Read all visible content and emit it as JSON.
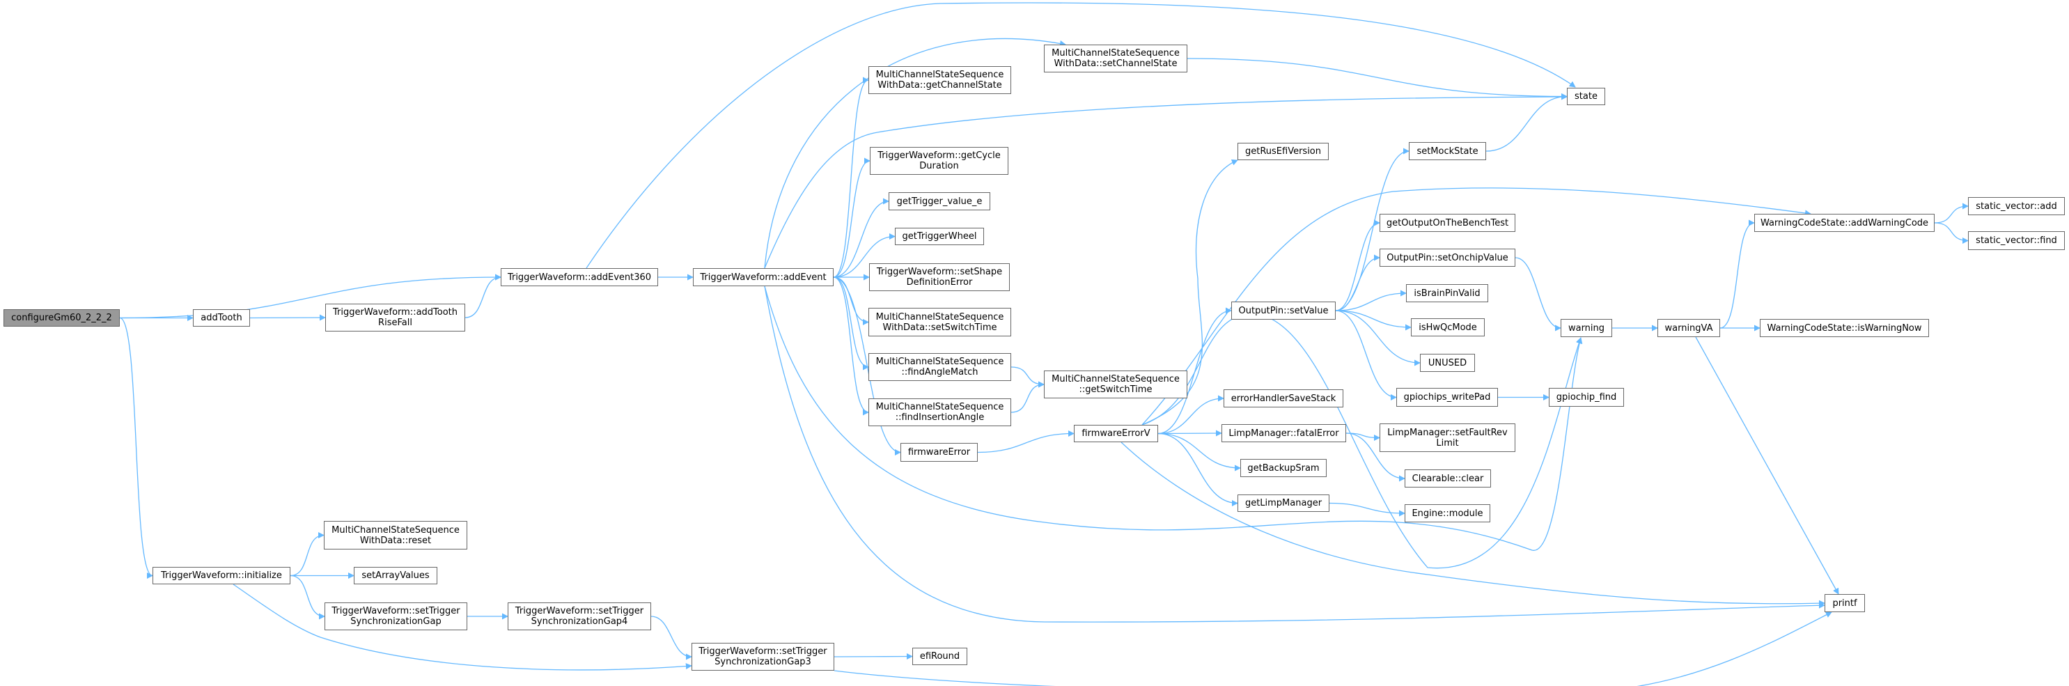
{
  "colors": {
    "edge": "#63b8ff",
    "node_border": "#666666",
    "root_fill": "#999999"
  },
  "nodes": [
    {
      "id": "configure",
      "lines": [
        "configureGm60_2_2_2"
      ],
      "root": true
    },
    {
      "id": "addTooth",
      "lines": [
        "addTooth"
      ]
    },
    {
      "id": "riseFall",
      "lines": [
        "TriggerWaveform::addTooth",
        "RiseFall"
      ]
    },
    {
      "id": "addEvent360",
      "lines": [
        "TriggerWaveform::addEvent360"
      ]
    },
    {
      "id": "addEvent",
      "lines": [
        "TriggerWaveform::addEvent"
      ]
    },
    {
      "id": "setChannelState",
      "lines": [
        "MultiChannelStateSequence",
        "WithData::setChannelState"
      ]
    },
    {
      "id": "getChannelState",
      "lines": [
        "MultiChannelStateSequence",
        "WithData::getChannelState"
      ]
    },
    {
      "id": "state",
      "lines": [
        "state"
      ]
    },
    {
      "id": "getCycle",
      "lines": [
        "TriggerWaveform::getCycle",
        "Duration"
      ]
    },
    {
      "id": "getTriggerValue",
      "lines": [
        "getTrigger_value_e"
      ]
    },
    {
      "id": "getTriggerWheel",
      "lines": [
        "getTriggerWheel"
      ]
    },
    {
      "id": "setShape",
      "lines": [
        "TriggerWaveform::setShape",
        "DefinitionError"
      ]
    },
    {
      "id": "setSwitchTime",
      "lines": [
        "MultiChannelStateSequence",
        "WithData::setSwitchTime"
      ]
    },
    {
      "id": "findAngleMatch",
      "lines": [
        "MultiChannelStateSequence",
        "::findAngleMatch"
      ]
    },
    {
      "id": "findInsertionAngle",
      "lines": [
        "MultiChannelStateSequence",
        "::findInsertionAngle"
      ]
    },
    {
      "id": "getSwitchTime",
      "lines": [
        "MultiChannelStateSequence",
        "::getSwitchTime"
      ]
    },
    {
      "id": "firmwareError",
      "lines": [
        "firmwareError"
      ]
    },
    {
      "id": "firmwareErrorV",
      "lines": [
        "firmwareErrorV"
      ]
    },
    {
      "id": "getRusEfiVersion",
      "lines": [
        "getRusEfiVersion"
      ]
    },
    {
      "id": "setValue",
      "lines": [
        "OutputPin::setValue"
      ]
    },
    {
      "id": "errorHandlerSaveStack",
      "lines": [
        "errorHandlerSaveStack"
      ]
    },
    {
      "id": "fatalError",
      "lines": [
        "LimpManager::fatalError"
      ]
    },
    {
      "id": "getBackupSram",
      "lines": [
        "getBackupSram"
      ]
    },
    {
      "id": "getLimpManager",
      "lines": [
        "getLimpManager"
      ]
    },
    {
      "id": "setMockState",
      "lines": [
        "setMockState"
      ]
    },
    {
      "id": "benchTest",
      "lines": [
        "getOutputOnTheBenchTest"
      ]
    },
    {
      "id": "setOnchipValue",
      "lines": [
        "OutputPin::setOnchipValue"
      ]
    },
    {
      "id": "isBrainPinValid",
      "lines": [
        "isBrainPinValid"
      ]
    },
    {
      "id": "isHwQcMode",
      "lines": [
        "isHwQcMode"
      ]
    },
    {
      "id": "unused",
      "lines": [
        "UNUSED"
      ]
    },
    {
      "id": "writePad",
      "lines": [
        "gpiochips_writePad"
      ]
    },
    {
      "id": "setFaultRevLimit",
      "lines": [
        "LimpManager::setFaultRev",
        "Limit"
      ]
    },
    {
      "id": "clear",
      "lines": [
        "Clearable::clear"
      ]
    },
    {
      "id": "module",
      "lines": [
        "Engine::module"
      ]
    },
    {
      "id": "warning",
      "lines": [
        "warning"
      ]
    },
    {
      "id": "gpiochipFind",
      "lines": [
        "gpiochip_find"
      ]
    },
    {
      "id": "warningVA",
      "lines": [
        "warningVA"
      ]
    },
    {
      "id": "isWarningNow",
      "lines": [
        "WarningCodeState::isWarningNow"
      ]
    },
    {
      "id": "addWarningCode",
      "lines": [
        "WarningCodeState::addWarningCode"
      ]
    },
    {
      "id": "svAdd",
      "lines": [
        "static_vector::add"
      ]
    },
    {
      "id": "svFind",
      "lines": [
        "static_vector::find"
      ]
    },
    {
      "id": "printf",
      "lines": [
        "printf"
      ]
    },
    {
      "id": "initialize",
      "lines": [
        "TriggerWaveform::initialize"
      ]
    },
    {
      "id": "reset",
      "lines": [
        "MultiChannelStateSequence",
        "WithData::reset"
      ]
    },
    {
      "id": "setArrayValues",
      "lines": [
        "setArrayValues"
      ]
    },
    {
      "id": "syncGap",
      "lines": [
        "TriggerWaveform::setTrigger",
        "SynchronizationGap"
      ]
    },
    {
      "id": "syncGap4",
      "lines": [
        "TriggerWaveform::setTrigger",
        "SynchronizationGap4"
      ]
    },
    {
      "id": "syncGap3",
      "lines": [
        "TriggerWaveform::setTrigger",
        "SynchronizationGap3"
      ]
    },
    {
      "id": "efiRound",
      "lines": [
        "efiRound"
      ]
    }
  ],
  "edges": [
    [
      "configure",
      "addEvent360"
    ],
    [
      "configure",
      "addTooth"
    ],
    [
      "configure",
      "initialize"
    ],
    [
      "addTooth",
      "riseFall"
    ],
    [
      "riseFall",
      "addEvent360"
    ],
    [
      "addEvent360",
      "addEvent"
    ],
    [
      "addEvent360",
      "state"
    ],
    [
      "addEvent",
      "setChannelState"
    ],
    [
      "addEvent",
      "getChannelState"
    ],
    [
      "addEvent",
      "state"
    ],
    [
      "addEvent",
      "getCycle"
    ],
    [
      "addEvent",
      "getTriggerValue"
    ],
    [
      "addEvent",
      "getTriggerWheel"
    ],
    [
      "addEvent",
      "setShape"
    ],
    [
      "addEvent",
      "setSwitchTime"
    ],
    [
      "addEvent",
      "findAngleMatch"
    ],
    [
      "addEvent",
      "findInsertionAngle"
    ],
    [
      "addEvent",
      "firmwareError"
    ],
    [
      "addEvent",
      "warning"
    ],
    [
      "addEvent",
      "printf"
    ],
    [
      "setChannelState",
      "state"
    ],
    [
      "findAngleMatch",
      "getSwitchTime"
    ],
    [
      "findInsertionAngle",
      "getSwitchTime"
    ],
    [
      "firmwareError",
      "firmwareErrorV"
    ],
    [
      "firmwareErrorV",
      "getRusEfiVersion"
    ],
    [
      "firmwareErrorV",
      "addWarningCode"
    ],
    [
      "firmwareErrorV",
      "setValue"
    ],
    [
      "firmwareErrorV",
      "errorHandlerSaveStack"
    ],
    [
      "firmwareErrorV",
      "fatalError"
    ],
    [
      "firmwareErrorV",
      "getBackupSram"
    ],
    [
      "firmwareErrorV",
      "getLimpManager"
    ],
    [
      "firmwareErrorV",
      "printf"
    ],
    [
      "firmwareErrorV",
      "warning"
    ],
    [
      "setValue",
      "setMockState"
    ],
    [
      "setValue",
      "benchTest"
    ],
    [
      "setValue",
      "setOnchipValue"
    ],
    [
      "setValue",
      "isBrainPinValid"
    ],
    [
      "setValue",
      "isHwQcMode"
    ],
    [
      "setValue",
      "unused"
    ],
    [
      "setValue",
      "writePad"
    ],
    [
      "setMockState",
      "state"
    ],
    [
      "setOnchipValue",
      "warning"
    ],
    [
      "writePad",
      "gpiochipFind"
    ],
    [
      "fatalError",
      "setFaultRevLimit"
    ],
    [
      "fatalError",
      "clear"
    ],
    [
      "getLimpManager",
      "module"
    ],
    [
      "warning",
      "warningVA"
    ],
    [
      "warningVA",
      "addWarningCode"
    ],
    [
      "warningVA",
      "isWarningNow"
    ],
    [
      "warningVA",
      "printf"
    ],
    [
      "addWarningCode",
      "svAdd"
    ],
    [
      "addWarningCode",
      "svFind"
    ],
    [
      "initialize",
      "reset"
    ],
    [
      "initialize",
      "setArrayValues"
    ],
    [
      "initialize",
      "syncGap"
    ],
    [
      "initialize",
      "syncGap3"
    ],
    [
      "syncGap",
      "syncGap4"
    ],
    [
      "syncGap4",
      "syncGap3"
    ],
    [
      "syncGap3",
      "efiRound"
    ],
    [
      "syncGap3",
      "printf"
    ]
  ]
}
